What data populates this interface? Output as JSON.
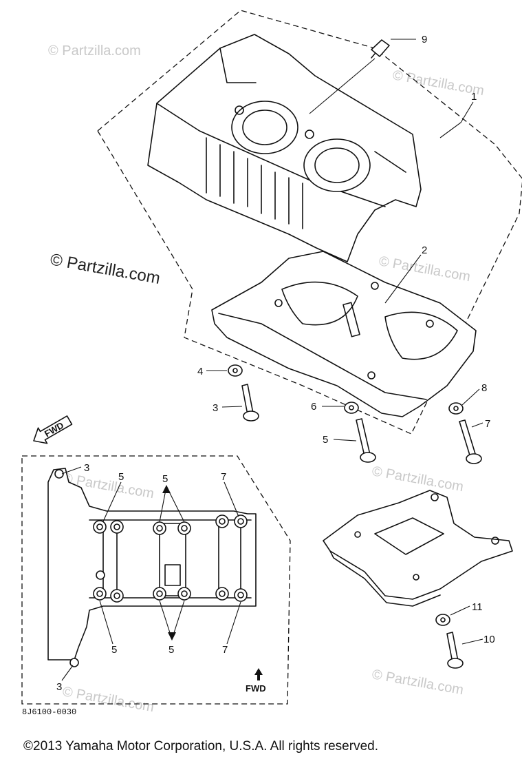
{
  "watermarks": {
    "main": "© Partzilla.com",
    "faint": "© Partzilla.com"
  },
  "callouts": {
    "n1": "1",
    "n2": "2",
    "n3a": "3",
    "n4": "4",
    "n5a": "5",
    "n6": "6",
    "n7a": "7",
    "n8": "8",
    "n9": "9",
    "n10": "10",
    "n11": "11",
    "inset_3_top": "3",
    "inset_5_top_left": "5",
    "inset_5_top_mid": "5",
    "inset_7_top": "7",
    "inset_5_bot_left": "5",
    "inset_5_bot_mid": "5",
    "inset_7_bot": "7",
    "inset_3_bot": "3"
  },
  "fwd_labels": {
    "arrow_upper": "FWD",
    "arrow_inset": "FWD"
  },
  "diagram_code": "8J6100-0030",
  "copyright": "©2013 Yamaha Motor Corporation, U.S.A. All rights reserved.",
  "colors": {
    "ink": "#111111",
    "background": "#ffffff",
    "watermark_faint": "#c9c9c9"
  }
}
